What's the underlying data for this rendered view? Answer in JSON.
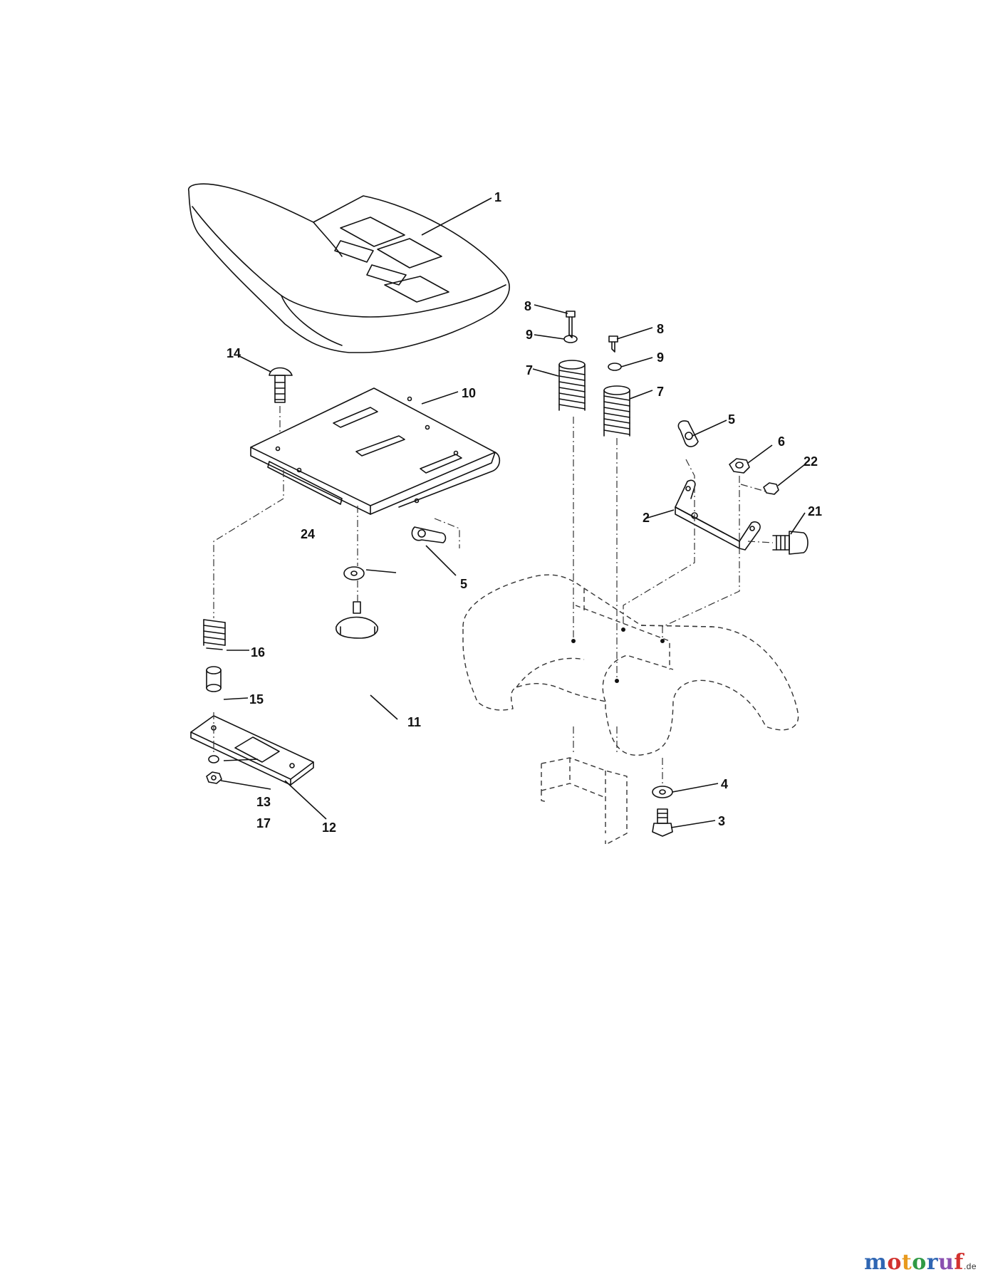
{
  "diagram": {
    "part_labels": {
      "seat": "1",
      "bracket": "2",
      "bolt_3": "3",
      "washer_4": "4",
      "clip_left": "5",
      "clip_right": "5",
      "nut_6": "6",
      "spring_left": "7",
      "spring_right": "7",
      "screw_left": "8",
      "screw_right": "8",
      "washer_left": "9",
      "washer_right": "9",
      "seat_pan": "10",
      "knob": "11",
      "slide_plate": "12",
      "nut_13": "13",
      "carriage_bolt": "14",
      "spacer": "15",
      "spring_16": "16",
      "locknut_17": "17",
      "bolt_21": "21",
      "nut_22": "22",
      "washer_24": "24"
    }
  },
  "branding": {
    "logo_letters": [
      "m",
      "o",
      "t",
      "o",
      "r",
      "u",
      "f"
    ],
    "logo_tld": ".de",
    "colors": [
      "#2f66b3",
      "#d2322f",
      "#e89a1e",
      "#2f9a45",
      "#2f66b3",
      "#8a4fb0",
      "#d2322f"
    ]
  }
}
